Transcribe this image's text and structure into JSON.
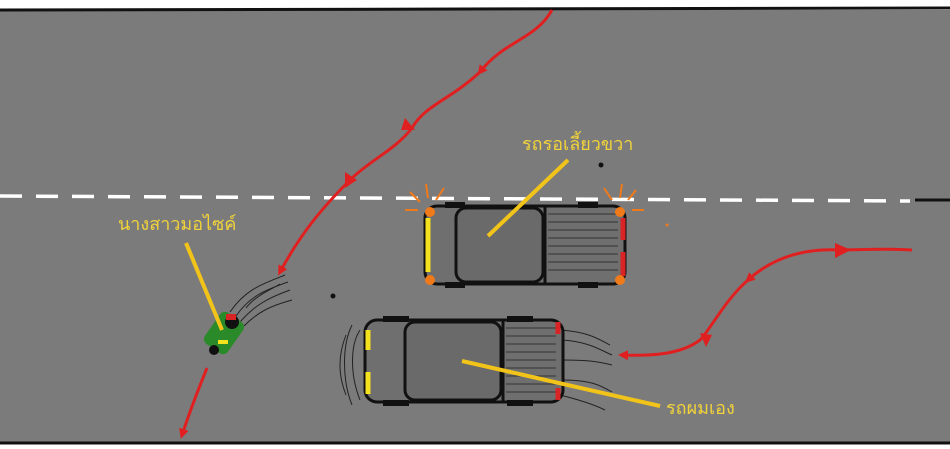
{
  "labels": {
    "turning_car": "รถรอเลี้ยวขวา",
    "motorcycle_woman": "นางสาวมอไซค์",
    "my_car": "รถผมเอง"
  },
  "colors": {
    "road": "#7b7b7b",
    "lane_dash": "#ffffff",
    "path_arrow": "#e02020",
    "label_text": "#f2d33a",
    "pointer_line": "#f2c419",
    "car_outline": "#111111",
    "headlight": "#f5e21e",
    "taillight": "#d82424",
    "turn_signal": "#f07a1a",
    "rider": "#2a8a2a"
  },
  "icons": {
    "turning_car": "pickup-truck-top-view",
    "my_car": "pickup-truck-top-view",
    "motorcycle": "motorcycle-top-view",
    "path": "curved-red-arrow"
  }
}
